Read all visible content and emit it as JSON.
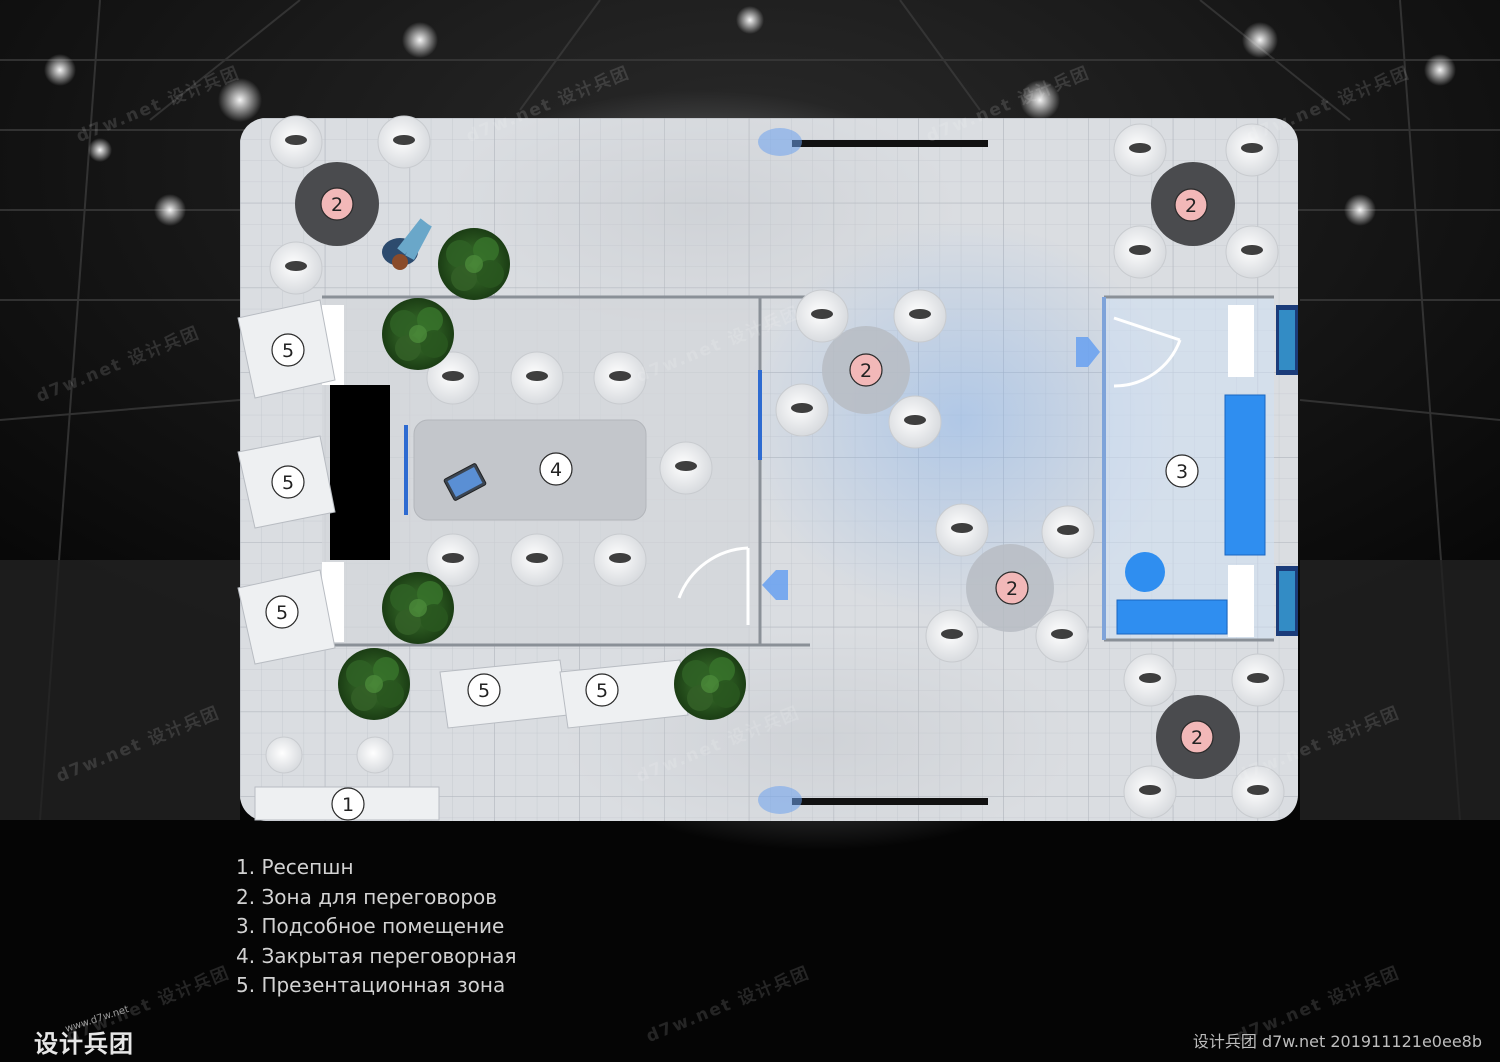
{
  "legend": [
    "1. Ресепшн",
    "2. Зона для переговоров",
    "3. Подсобное помещение",
    "4. Закрытая переговорная",
    "5. Презентационная зона"
  ],
  "zones": {
    "reception": "1",
    "negotiation": "2",
    "utility": "3",
    "meeting_room": "4",
    "presentation": "5"
  },
  "watermark": {
    "text": "d7w.net 设计兵团",
    "credit": "设计兵团 d7w.net 201911121e0ee8b",
    "logo_main": "设计兵团",
    "logo_sub": "www.d7w.net"
  },
  "colors": {
    "background": "#050505",
    "floor": "#dadde1",
    "marker_pink": "#f2b8b8",
    "accent_blue": "#2f8ef0",
    "legend_text": "#d2d2d2"
  },
  "icons": [
    "table-icon",
    "chair-icon",
    "plant-icon",
    "door-icon",
    "arrow-icon",
    "person-icon",
    "laptop-icon",
    "screen-icon"
  ]
}
